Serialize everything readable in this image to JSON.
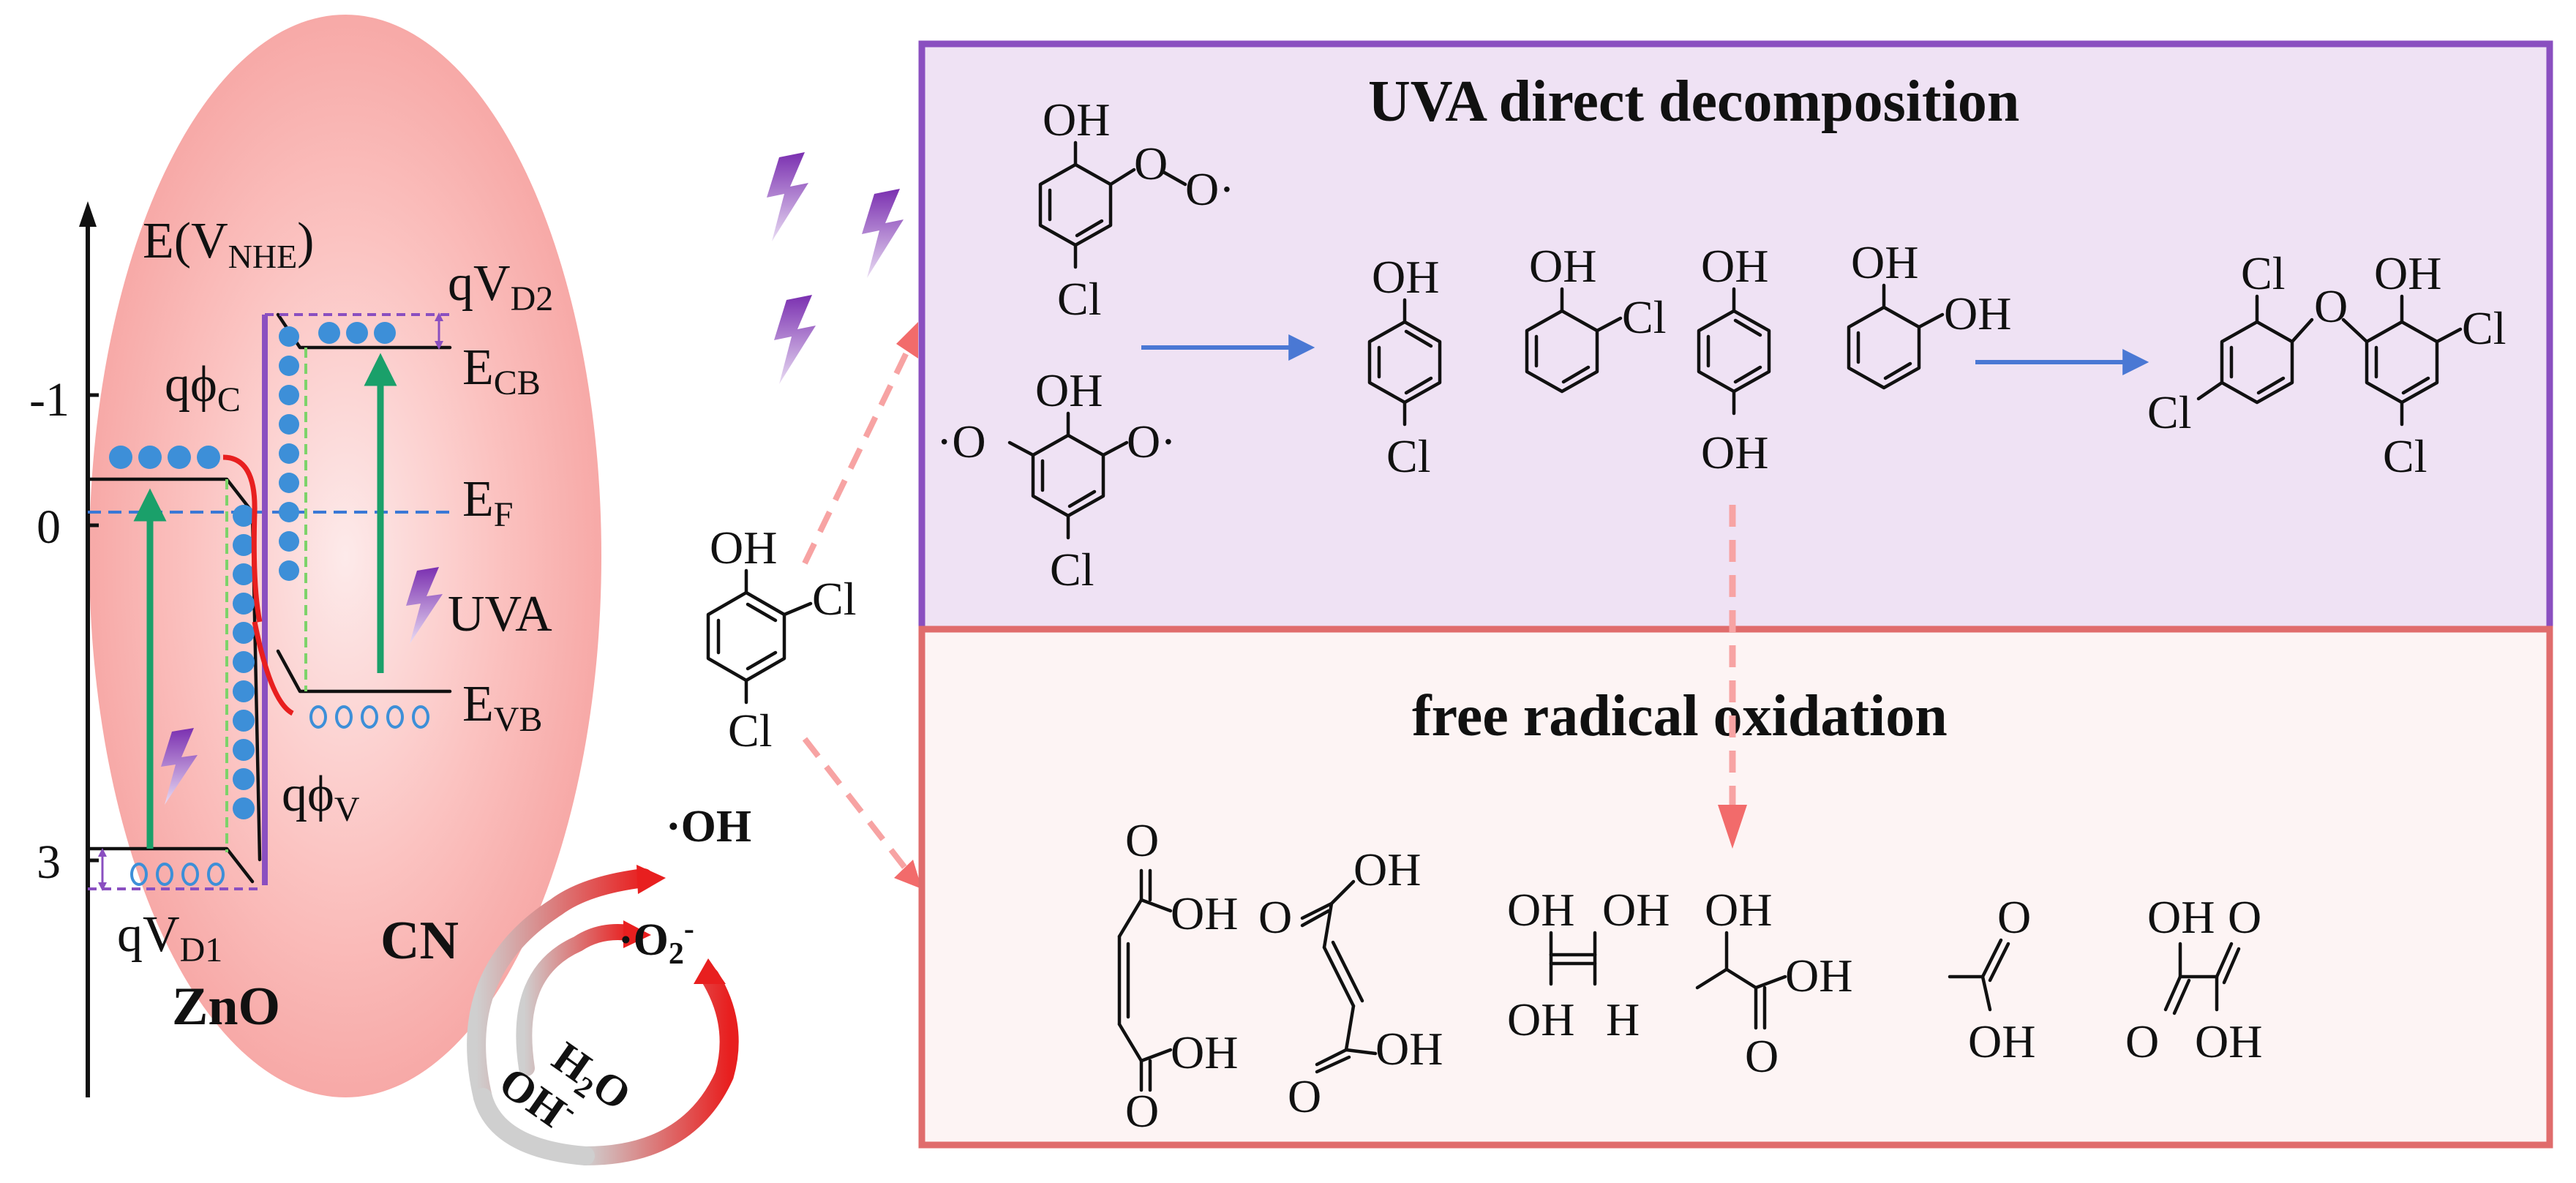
{
  "energy_axis": {
    "label_main": "E(V",
    "label_sub": "NHE",
    "label_close": ")",
    "ticks": [
      "-1",
      "0",
      "3"
    ]
  },
  "band_labels": {
    "qVD2_main": "qV",
    "qVD2_sub": "D2",
    "qVD1_main": "qV",
    "qVD1_sub": "D1",
    "qphiC_main": "qϕ",
    "qphiC_sub": "C",
    "qphiV_main": "qϕ",
    "qphiV_sub": "V",
    "ECB_main": "E",
    "ECB_sub": "CB",
    "EF_main": "E",
    "EF_sub": "F",
    "EVB_main": "E",
    "EVB_sub": "VB",
    "uva": "UVA",
    "zno": "ZnO",
    "cn": "CN"
  },
  "radical_cycle": {
    "oh_radical": "·OH",
    "o2_radical_main": "·O",
    "o2_radical_sub": "2",
    "o2_radical_sup": "-",
    "h2o_main": "H",
    "h2o_sub": "2",
    "h2o_tail": "O",
    "oh_minus_main": "OH",
    "oh_minus_sup": "-"
  },
  "panels": {
    "top_title": "UVA direct decomposition",
    "bottom_title": "free radical oxidation",
    "top_fill": "#efe2f4",
    "top_border": "#8a4fc0",
    "bottom_fill": "#fdf4f4",
    "bottom_border": "#e06c6c"
  },
  "molecule_labels": {
    "OH": "OH",
    "Cl": "Cl",
    "O": "O",
    "H": "H",
    "O_radical": "O·",
    "radical_O": "·O"
  }
}
